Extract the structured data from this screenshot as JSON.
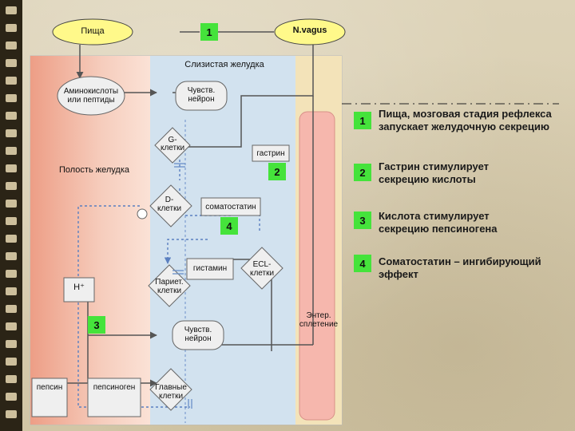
{
  "diagram": {
    "food": "Пища",
    "vagus": "N.vagus",
    "mucosa": "Слизистая желудка",
    "amino_line1": "Аминокислоты",
    "amino_line2": "или пептиды",
    "sensory_line1": "Чувств.",
    "sensory_line2": "нейрон",
    "g_line1": "G-",
    "g_line2": "клетки",
    "gastrin": "гастрин",
    "cavity": "Полость желудка",
    "d_line1": "D-",
    "d_line2": "клетки",
    "somatostatin": "соматостатин",
    "histamine": "гистамин",
    "ecl_line1": "ECL-",
    "ecl_line2": "клетки",
    "parietal_line1": "Париет.",
    "parietal_line2": "клетки",
    "hplus": "H⁺",
    "enteric_line1": "Энтер.",
    "enteric_line2": "сплетение",
    "sensory2_line1": "Чувств.",
    "sensory2_line2": "нейрон",
    "pepsin": "пепсин",
    "pepsinogen": "пепсиноген",
    "chief_line1": "Главные",
    "chief_line2": "клетки",
    "markers": [
      "1",
      "2",
      "4",
      "3"
    ]
  },
  "legend": [
    {
      "num": "1",
      "line1": "Пища, мозговая стадия рефлекса",
      "line2": "запускает желудочную секрецию"
    },
    {
      "num": "2",
      "line1": "Гастрин стимулирует",
      "line2": "секрецию кислоты"
    },
    {
      "num": "3",
      "line1": "Кислота стимулирует",
      "line2": "секрецию пепсиногена"
    },
    {
      "num": "4",
      "line1": "Соматостатин – ингибирующий",
      "line2": "эффект"
    }
  ],
  "colors": {
    "lumen": "#f0c2b2",
    "mucosa": "#cfe0ee",
    "blood": "#f3e2b8",
    "node_fill": "#efefef",
    "food_fill": "#fff98a",
    "marker_green": "#45e33b"
  }
}
